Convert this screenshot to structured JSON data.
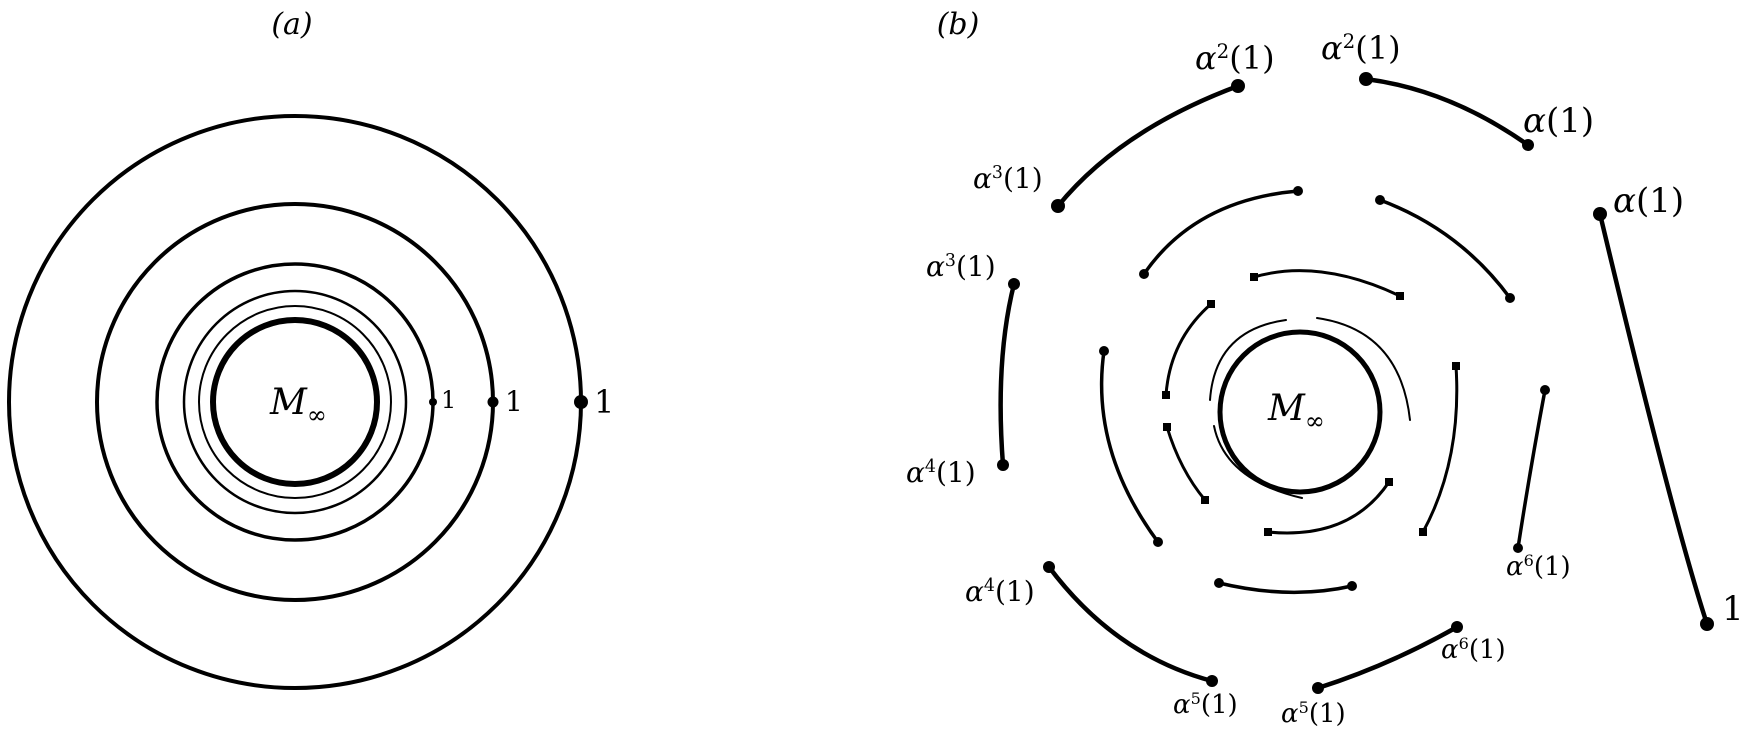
{
  "panels": {
    "a": {
      "label": "(a)",
      "center_label": {
        "main": "M",
        "sub": "∞"
      },
      "marks": [
        "1",
        "1",
        "1"
      ]
    },
    "b": {
      "label": "(b)",
      "center_label": {
        "main": "M",
        "sub": "∞"
      },
      "labels": [
        {
          "base": "α",
          "exp": "2",
          "arg": "(1)"
        },
        {
          "base": "α",
          "exp": "2",
          "arg": "(1)"
        },
        {
          "base": "α",
          "exp": "",
          "arg": "(1)"
        },
        {
          "base": "α",
          "exp": "",
          "arg": "(1)"
        },
        {
          "base": "α",
          "exp": "3",
          "arg": "(1)"
        },
        {
          "base": "α",
          "exp": "3",
          "arg": "(1)"
        },
        {
          "base": "α",
          "exp": "4",
          "arg": "(1)"
        },
        {
          "base": "α",
          "exp": "4",
          "arg": "(1)"
        },
        {
          "base": "α",
          "exp": "5",
          "arg": "(1)"
        },
        {
          "base": "α",
          "exp": "5",
          "arg": "(1)"
        },
        {
          "base": "α",
          "exp": "6",
          "arg": "(1)"
        },
        {
          "base": "α",
          "exp": "6",
          "arg": "(1)"
        },
        {
          "base": "",
          "exp": "",
          "arg": "1"
        }
      ]
    }
  }
}
